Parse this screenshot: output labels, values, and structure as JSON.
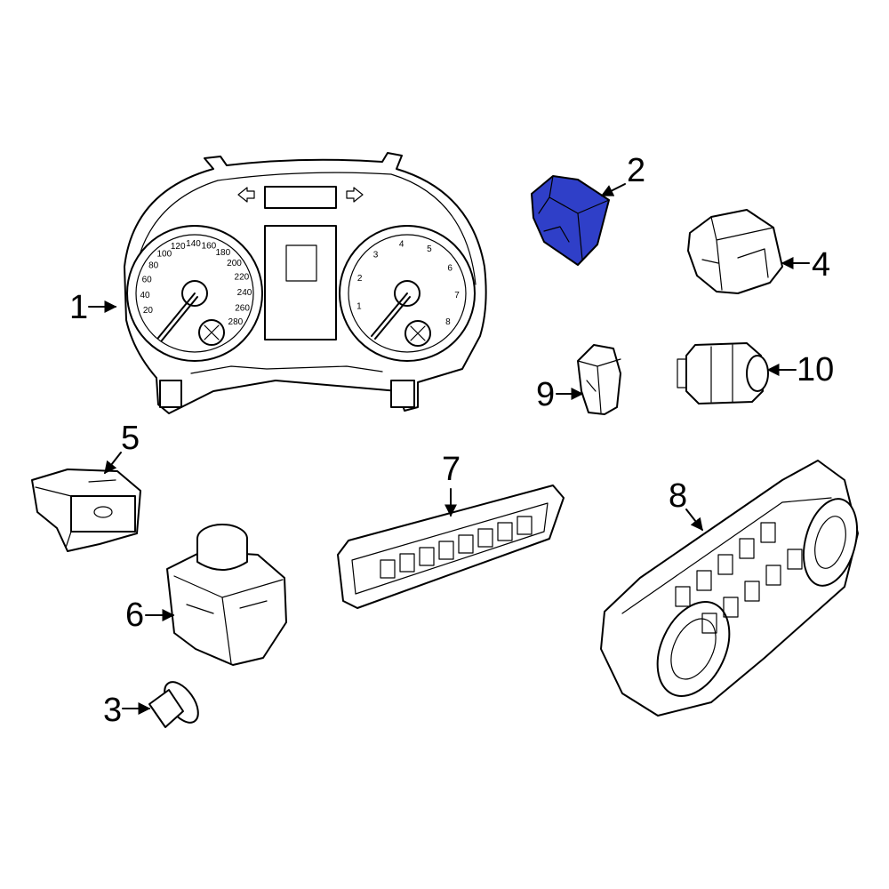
{
  "diagram": {
    "highlight_color": "#2f3fc8",
    "highlighted_part": "2",
    "parts": [
      {
        "id": "1",
        "name": "instrument-cluster"
      },
      {
        "id": "2",
        "name": "switch-highlighted"
      },
      {
        "id": "3",
        "name": "retainer-clip"
      },
      {
        "id": "4",
        "name": "switch-housing"
      },
      {
        "id": "5",
        "name": "push-switch"
      },
      {
        "id": "6",
        "name": "controller-knob"
      },
      {
        "id": "7",
        "name": "switch-panel"
      },
      {
        "id": "8",
        "name": "climate-control-panel"
      },
      {
        "id": "9",
        "name": "small-switch"
      },
      {
        "id": "10",
        "name": "rotary-switch"
      }
    ],
    "speedometer_ticks": [
      "20",
      "40",
      "60",
      "80",
      "100",
      "120",
      "140",
      "160",
      "180",
      "200",
      "220",
      "240",
      "260",
      "280"
    ],
    "tachometer_ticks": [
      "1",
      "2",
      "3",
      "4",
      "5",
      "6",
      "7",
      "8"
    ]
  }
}
